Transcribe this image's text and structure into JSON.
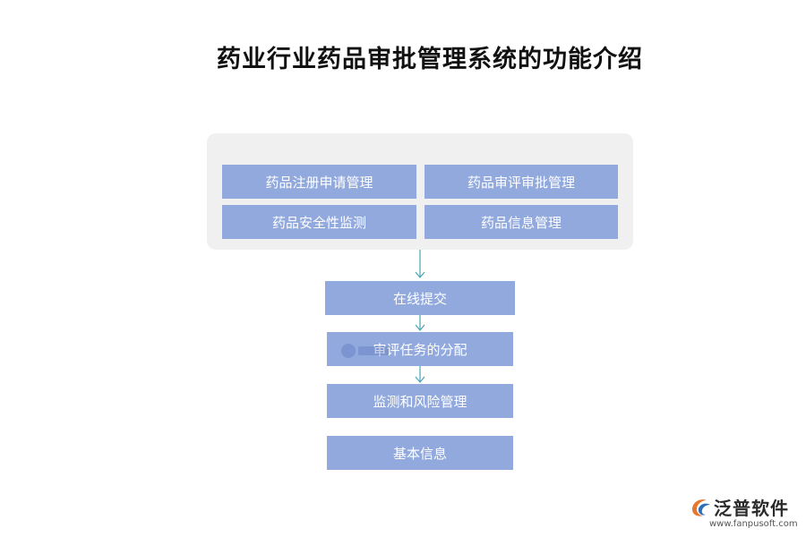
{
  "title": "药业行业药品审批管理系统的功能介绍",
  "module_group": {
    "items": [
      "药品注册申请管理",
      "药品审评审批管理",
      "药品安全性监测",
      "药品信息管理"
    ]
  },
  "flow_steps": [
    "在线提交",
    "审评任务的分配",
    "监测和风险管理",
    "基本信息"
  ],
  "logo": {
    "name": "泛普软件",
    "url": "www.fanpusoft.com"
  },
  "colors": {
    "box_fill": "#92a9de",
    "panel_fill": "#f0f0f0",
    "connector": "#4aa3b5",
    "text_on_box": "#ffffff",
    "title": "#111111"
  }
}
